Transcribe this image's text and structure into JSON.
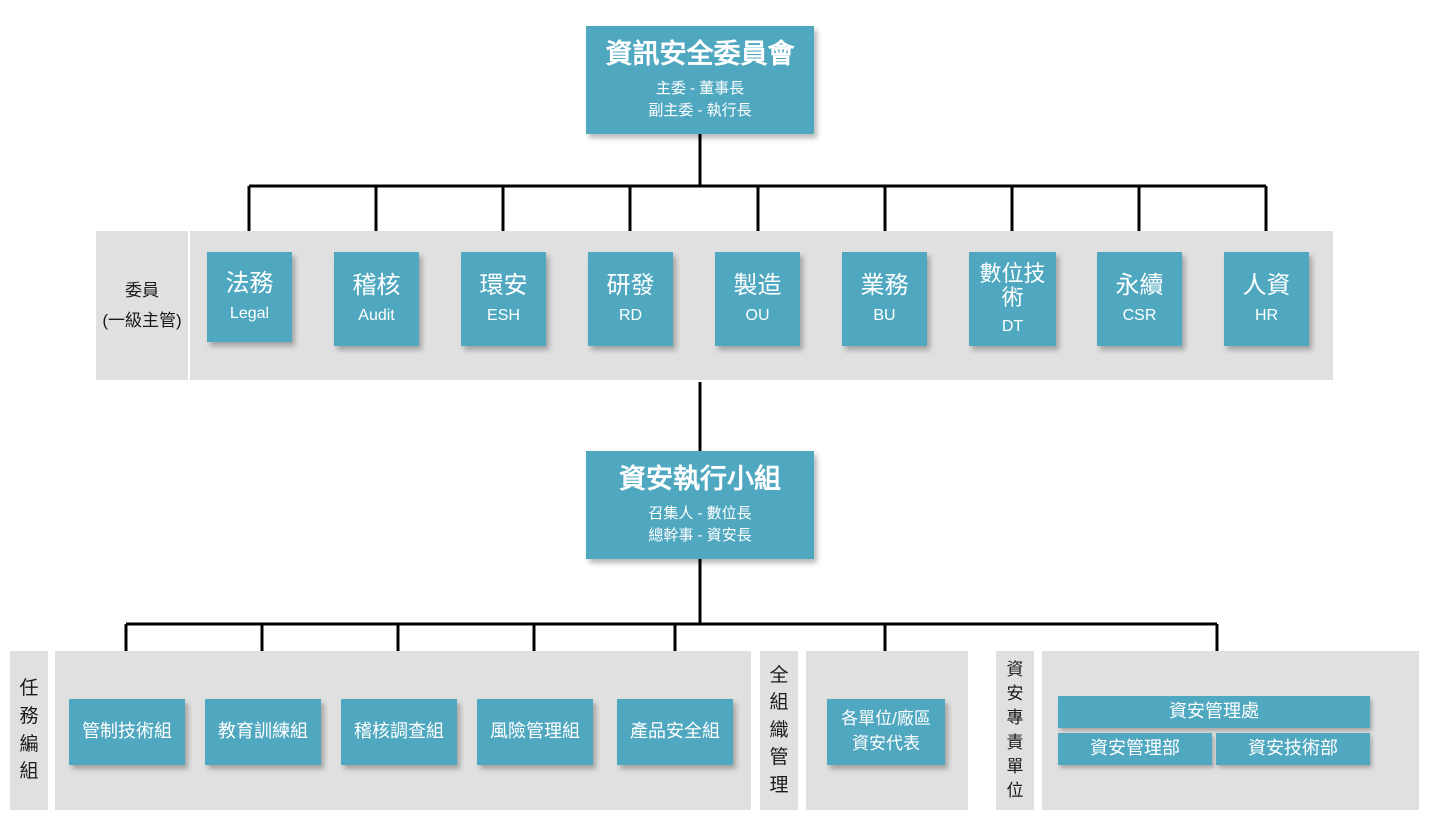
{
  "theme": {
    "node_color": "#4fa8c0",
    "panel_color": "#e0e0e0",
    "line_color": "#000000",
    "text_on_node": "#ffffff",
    "background": "#ffffff"
  },
  "top": {
    "title": "資訊安全委員會",
    "sub1": "主委 - 董事長",
    "sub2": "副主委 - 執行長"
  },
  "committee": {
    "label_line1": "委員",
    "label_line2": "(一級主管)",
    "members": [
      {
        "cn": "法務",
        "en": "Legal"
      },
      {
        "cn": "稽核",
        "en": "Audit"
      },
      {
        "cn": "環安",
        "en": "ESH"
      },
      {
        "cn": "研發",
        "en": "RD"
      },
      {
        "cn": "製造",
        "en": "OU"
      },
      {
        "cn": "業務",
        "en": "BU"
      },
      {
        "cn": "數位技術",
        "en": "DT"
      },
      {
        "cn": "永續",
        "en": "CSR"
      },
      {
        "cn": "人資",
        "en": "HR"
      }
    ]
  },
  "middle": {
    "title": "資安執行小組",
    "sub1": "召集人 - 數位長",
    "sub2": "總幹事 - 資安長"
  },
  "bottom": {
    "task_group": {
      "label": "任務編組",
      "label_chars": [
        "任",
        "務",
        "編",
        "組"
      ],
      "items": [
        {
          "cn": "管制技術組"
        },
        {
          "cn": "教育訓練組"
        },
        {
          "cn": "稽核調查組"
        },
        {
          "cn": "風險管理組"
        },
        {
          "cn": "產品安全組"
        }
      ]
    },
    "org_wide": {
      "label": "全組織管理",
      "label_chars": [
        "全",
        "組",
        "織",
        "管",
        "理"
      ],
      "items": [
        {
          "line1": "各單位/廠區",
          "line2": "資安代表"
        }
      ]
    },
    "dedicated_unit": {
      "label": "資安專責單位",
      "label_chars": [
        "資",
        "安",
        "專",
        "責",
        "單",
        "位"
      ],
      "head": "資安管理處",
      "departments": [
        "資安管理部",
        "資安技術部"
      ]
    }
  }
}
